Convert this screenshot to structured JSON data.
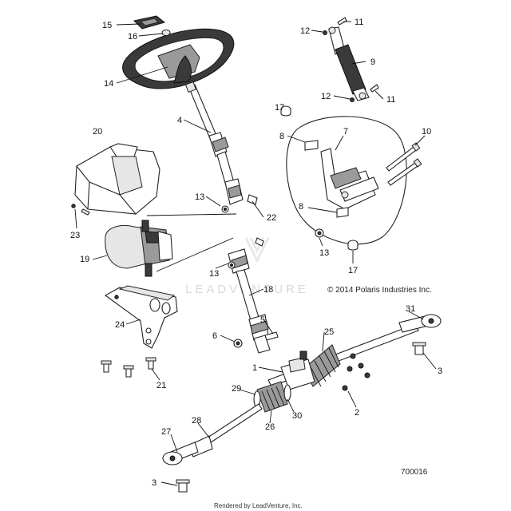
{
  "callouts": [
    {
      "id": "c15",
      "label": "15"
    },
    {
      "id": "c16",
      "label": "16"
    },
    {
      "id": "c14",
      "label": "14"
    },
    {
      "id": "c12a",
      "label": "12"
    },
    {
      "id": "c11a",
      "label": "11"
    },
    {
      "id": "c9",
      "label": "9"
    },
    {
      "id": "c12b",
      "label": "12"
    },
    {
      "id": "c11b",
      "label": "11"
    },
    {
      "id": "c17a",
      "label": "17"
    },
    {
      "id": "c7",
      "label": "7"
    },
    {
      "id": "c8a",
      "label": "8"
    },
    {
      "id": "c10",
      "label": "10"
    },
    {
      "id": "c4",
      "label": "4"
    },
    {
      "id": "c20",
      "label": "20"
    },
    {
      "id": "c13a",
      "label": "13"
    },
    {
      "id": "c22",
      "label": "22"
    },
    {
      "id": "c8b",
      "label": "8"
    },
    {
      "id": "c23",
      "label": "23"
    },
    {
      "id": "c13b",
      "label": "13"
    },
    {
      "id": "c19",
      "label": "19"
    },
    {
      "id": "c17b",
      "label": "17"
    },
    {
      "id": "c13c",
      "label": "13"
    },
    {
      "id": "c18",
      "label": "18"
    },
    {
      "id": "c24",
      "label": "24"
    },
    {
      "id": "c31",
      "label": "31"
    },
    {
      "id": "c5",
      "label": "5"
    },
    {
      "id": "c6",
      "label": "6"
    },
    {
      "id": "c25",
      "label": "25"
    },
    {
      "id": "c1",
      "label": "1"
    },
    {
      "id": "c3a",
      "label": "3"
    },
    {
      "id": "c21",
      "label": "21"
    },
    {
      "id": "c29",
      "label": "29"
    },
    {
      "id": "c2",
      "label": "2"
    },
    {
      "id": "c30",
      "label": "30"
    },
    {
      "id": "c28",
      "label": "28"
    },
    {
      "id": "c26",
      "label": "26"
    },
    {
      "id": "c27",
      "label": "27"
    },
    {
      "id": "c3b",
      "label": "3"
    }
  ],
  "copyright": "© 2014 Polaris Industries Inc.",
  "watermark": "LEADVENTURE",
  "doc_number": "700016",
  "footer": "Rendered by LeadVenture, Inc."
}
